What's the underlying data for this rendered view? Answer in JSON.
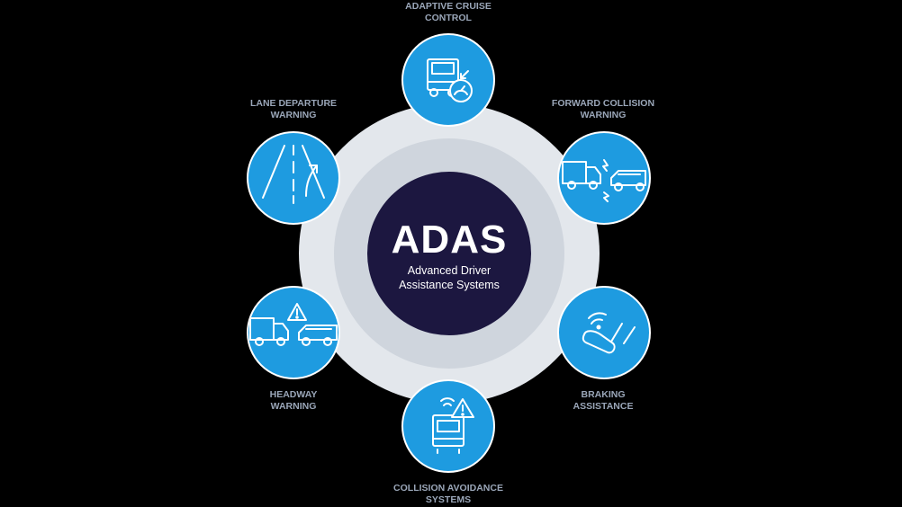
{
  "colors": {
    "background": "#000000",
    "outer_ring": "#e3e7ec",
    "mid_ring": "#cfd5dd",
    "core": "#1c1740",
    "node": "#1e9be0",
    "label": "#9aa6b8"
  },
  "center": {
    "title": "ADAS",
    "subtitle_line1": "Advanced Driver",
    "subtitle_line2": "Assistance Systems"
  },
  "features": [
    {
      "line1": "ADAPTIVE CRUISE",
      "line2": "CONTROL",
      "icon": "truck-speedometer-icon"
    },
    {
      "line1": "FORWARD COLLISION",
      "line2": "WARNING",
      "icon": "truck-car-collision-icon"
    },
    {
      "line1": "BRAKING",
      "line2": "ASSISTANCE",
      "icon": "brake-pedal-icon"
    },
    {
      "line1": "COLLISION AVOIDANCE",
      "line2": "SYSTEMS",
      "icon": "truck-warning-signal-icon"
    },
    {
      "line1": "HEADWAY",
      "line2": "WARNING",
      "icon": "truck-car-warning-icon"
    },
    {
      "line1": "LANE DEPARTURE",
      "line2": "WARNING",
      "icon": "lane-road-icon"
    }
  ]
}
